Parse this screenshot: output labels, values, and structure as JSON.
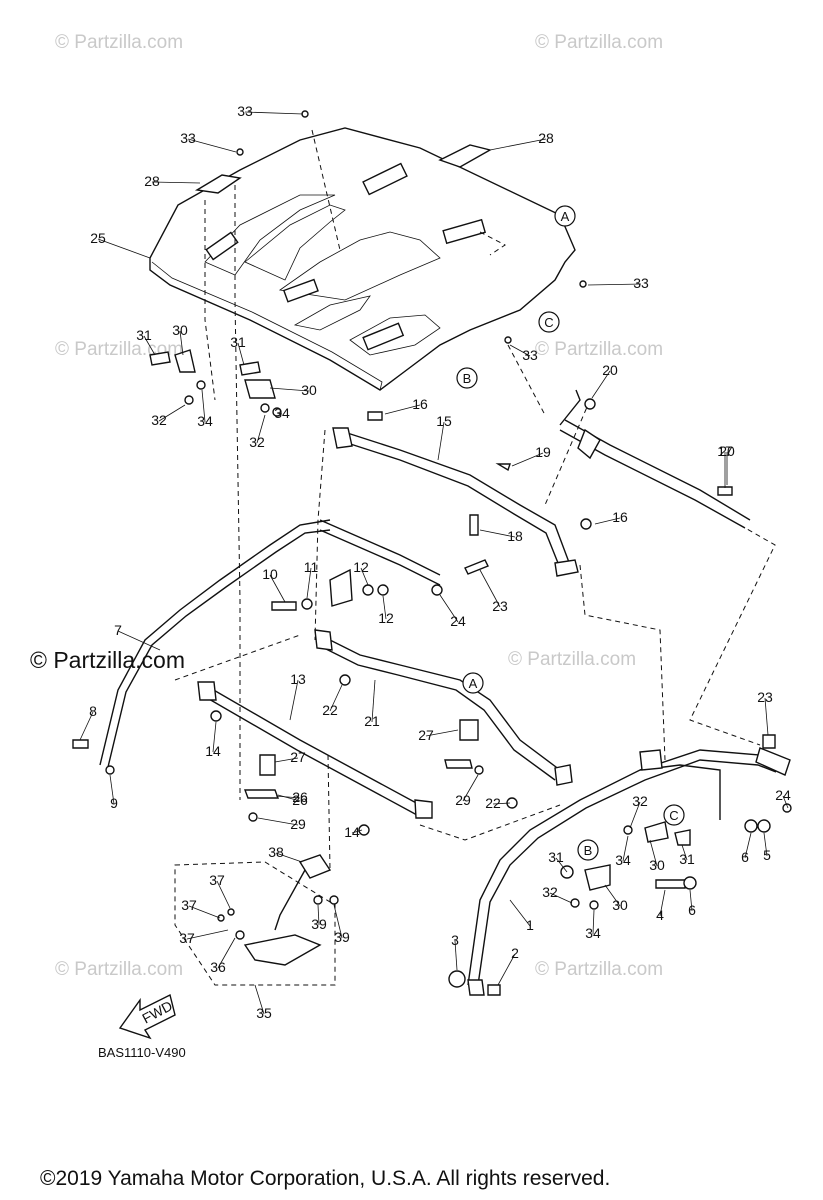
{
  "watermark": {
    "small": "© Partzilla.com",
    "large": "© Partzilla.com"
  },
  "reference_labels": [
    "A",
    "B",
    "C"
  ],
  "fwd_label": "FWD",
  "diagram_code": "BAS1110-V490",
  "copyright": "©2019  Yamaha Motor Corporation, U.S.A. All rights reserved.",
  "callouts": [
    "1",
    "2",
    "3",
    "4",
    "5",
    "6",
    "6",
    "7",
    "8",
    "9",
    "10",
    "11",
    "12",
    "12",
    "13",
    "14",
    "14",
    "15",
    "16",
    "16",
    "17",
    "18",
    "19",
    "20",
    "20",
    "21",
    "22",
    "22",
    "23",
    "23",
    "24",
    "24",
    "25",
    "26",
    "26",
    "27",
    "27",
    "28",
    "28",
    "29",
    "29",
    "30",
    "30",
    "30",
    "30",
    "31",
    "31",
    "31",
    "31",
    "32",
    "32",
    "32",
    "32",
    "33",
    "33",
    "33",
    "33",
    "34",
    "34",
    "34",
    "34",
    "35",
    "36",
    "37",
    "37",
    "37",
    "38",
    "39",
    "39"
  ]
}
